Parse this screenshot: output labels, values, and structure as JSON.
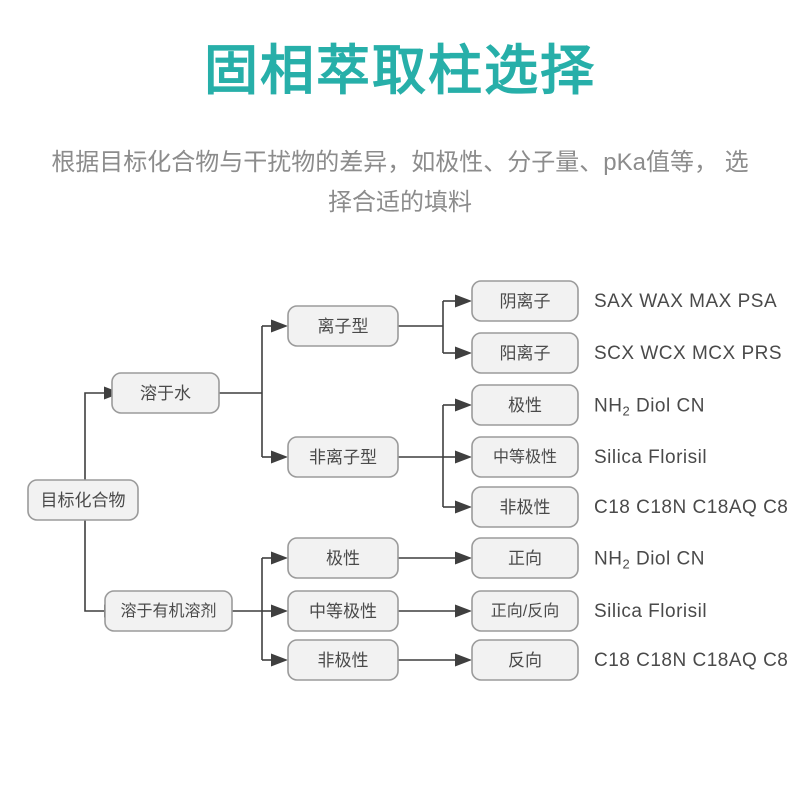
{
  "header": {
    "title": "固相萃取柱选择",
    "subtitle": "根据目标化合物与干扰物的差异，如极性、分子量、pKa值等， 选择合适的填料",
    "title_color": "#27afa9",
    "subtitle_color": "#8c8c8c"
  },
  "chart_data": {
    "type": "diagram",
    "title": "固相萃取柱选择",
    "node_fill": "#f2f2f2",
    "node_stroke": "#9b9b9b",
    "connector_color": "#3f3f3f",
    "root": "目标化合物",
    "nodes": {
      "root": "目标化合物",
      "l2_a": "溶于水",
      "l2_b": "溶于有机溶剂",
      "l3_a1": "离子型",
      "l3_a2": "非离子型",
      "l3_b1": "极性",
      "l3_b2": "中等极性",
      "l3_b3": "非极性",
      "l4_1": "阴离子",
      "l4_2": "阳离子",
      "l4_3": "极性",
      "l4_4": "中等极性",
      "l4_5": "非极性",
      "l4_6": "正向",
      "l4_7": "正向/反向",
      "l4_8": "反向"
    },
    "leaves": {
      "r1": "SAX WAX MAX PSA",
      "r2": "SCX WCX MCX PRS",
      "r3_pre": "NH",
      "r3_sub": "2",
      "r3_post": " Diol CN",
      "r4": "Silica Florisil",
      "r5": "C18 C18N C18AQ C8",
      "r6_pre": "NH",
      "r6_sub": "2",
      "r6_post": " Diol CN",
      "r7": "Silica Florisil",
      "r8": "C18 C18N C18AQ C8"
    },
    "edges": [
      {
        "from": "root",
        "to": "l2_a"
      },
      {
        "from": "root",
        "to": "l2_b"
      },
      {
        "from": "l2_a",
        "to": "l3_a1"
      },
      {
        "from": "l2_a",
        "to": "l3_a2"
      },
      {
        "from": "l2_b",
        "to": "l3_b1"
      },
      {
        "from": "l2_b",
        "to": "l3_b2"
      },
      {
        "from": "l2_b",
        "to": "l3_b3"
      },
      {
        "from": "l3_a1",
        "to": "l4_1"
      },
      {
        "from": "l3_a1",
        "to": "l4_2"
      },
      {
        "from": "l3_a2",
        "to": "l4_3"
      },
      {
        "from": "l3_a2",
        "to": "l4_4"
      },
      {
        "from": "l3_a2",
        "to": "l4_5"
      },
      {
        "from": "l3_b1",
        "to": "l4_6"
      },
      {
        "from": "l3_b2",
        "to": "l4_7"
      },
      {
        "from": "l3_b3",
        "to": "l4_8"
      }
    ]
  }
}
